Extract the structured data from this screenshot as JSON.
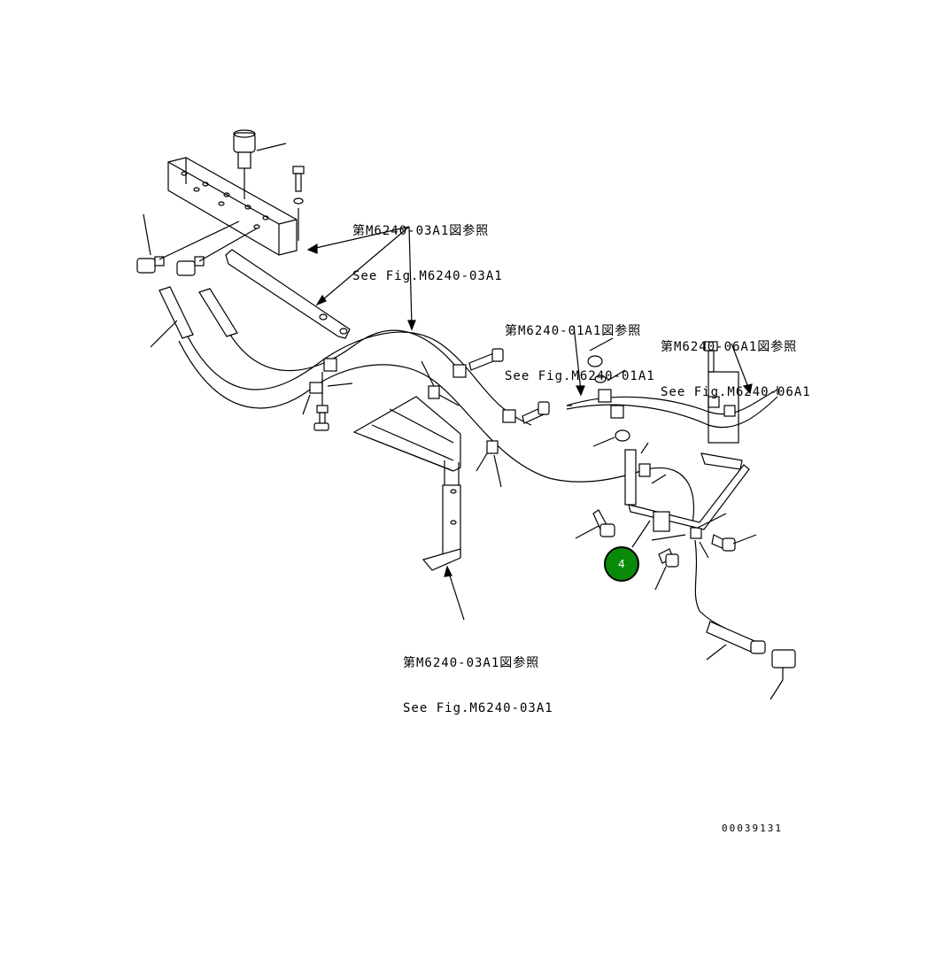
{
  "references": [
    {
      "jp": "第M6240-03A1図参照",
      "en": "See Fig.M6240-03A1"
    },
    {
      "jp": "第M6240-01A1図参照",
      "en": "See Fig.M6240-01A1"
    },
    {
      "jp": "第M6240-06A1図参照",
      "en": "See Fig.M6240-06A1"
    },
    {
      "jp": "第M6240-03A1図参照",
      "en": "See Fig.M6240-03A1"
    }
  ],
  "callout": {
    "number": "4",
    "color": "#0a8a0a"
  },
  "document_number": "00039131"
}
